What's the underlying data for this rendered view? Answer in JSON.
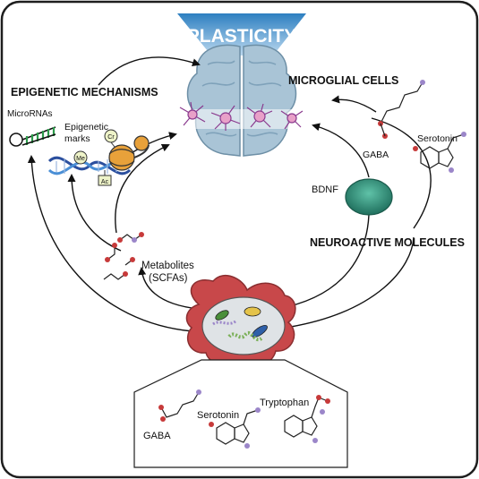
{
  "title": "PLASTICITY",
  "headings": {
    "epigenetic": "EPIGENETIC MECHANISMS",
    "microglial": "MICROGLIAL CELLS",
    "neuroactive": "NEUROACTIVE MOLECULES"
  },
  "labels": {
    "micrornas": "MicroRNAs",
    "epigenetic_marks_1": "Epigenetic",
    "epigenetic_marks_2": "marks",
    "me": "Me",
    "cr": "Cr",
    "ac": "Ac",
    "metabolites_1": "Metabolites",
    "metabolites_2": "(SCFAs)",
    "bdnf": "BDNF",
    "gaba_top": "GABA",
    "serotonin_top": "Serotonin",
    "gaba_bottom": "GABA",
    "serotonin_bottom": "Serotonin",
    "tryptophan": "Tryptophan"
  },
  "colors": {
    "frame": "#1e1e1e",
    "banner": "#3f8fc9",
    "brain": "#a9c4d6",
    "microglia": "#8a3a8e",
    "gut": "#c8484a",
    "bdnf": "#2e8f7a",
    "atom_red": "#c73a3a",
    "atom_purple": "#9b86c9"
  }
}
